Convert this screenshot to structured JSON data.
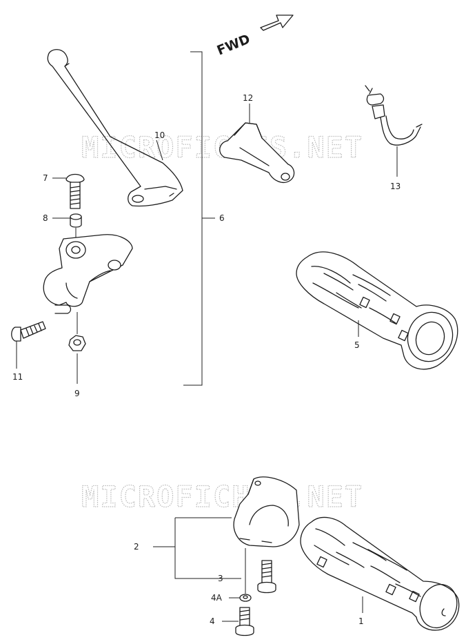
{
  "watermark": "MICROFICHES.NET",
  "direction_label": "FWD",
  "callouts": {
    "c1": "1",
    "c2": "2",
    "c3": "3",
    "c4": "4",
    "c4a": "4A",
    "c5": "5",
    "c6": "6",
    "c7": "7",
    "c8": "8",
    "c9": "9",
    "c10": "10",
    "c11": "11",
    "c12": "12",
    "c13": "13"
  }
}
